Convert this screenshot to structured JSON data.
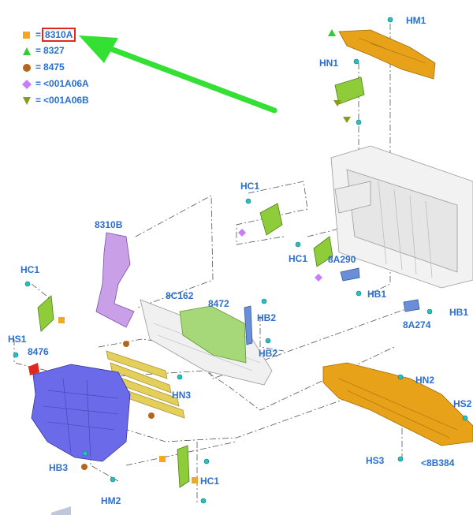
{
  "legend": [
    {
      "symbol": "square",
      "color": "#f5a623",
      "code": "8310A",
      "highlighted": true
    },
    {
      "symbol": "triangle-up",
      "color": "#33cc33",
      "code": "8327",
      "highlighted": false
    },
    {
      "symbol": "circle",
      "color": "#b5651d",
      "code": "8475",
      "highlighted": false
    },
    {
      "symbol": "diamond",
      "color": "#c77dff",
      "code": "<001A06A",
      "highlighted": false
    },
    {
      "symbol": "triangle-down",
      "color": "#8a9a1a",
      "code": "<001A06B",
      "highlighted": false
    }
  ],
  "equals_sign": "=",
  "parts": {
    "hm1": "HM1",
    "hn1": "HN1",
    "hc1_top": "HC1",
    "hc1_mid": "HC1",
    "p8310b": "8310B",
    "p8a290": "8A290",
    "hc1_left": "HC1",
    "hb1_mid": "HB1",
    "p8c162": "8C162",
    "p8472": "8472",
    "hb2_a": "HB2",
    "hb2_b": "HB2",
    "hb1_right": "HB1",
    "p8a274": "8A274",
    "hs1": "HS1",
    "p8476": "8476",
    "hn3": "HN3",
    "hn2": "HN2",
    "hs2": "HS2",
    "hb3": "HB3",
    "hs3": "HS3",
    "p8b384": "<8B384",
    "hc1_bottom": "HC1",
    "hm2": "HM2"
  },
  "colors": {
    "label": "#2a6fd0",
    "arrow": "#33e033",
    "orange_part": "#e8a21a",
    "green_part": "#8fcc3a",
    "purple_part": "#c9a0e8",
    "blue_part": "#6b6bea",
    "yellow_part": "#e3cf5a",
    "light_green_part": "#a6d87a",
    "steel_blue": "#6a8fd8",
    "fastener": "#27c0c0"
  }
}
